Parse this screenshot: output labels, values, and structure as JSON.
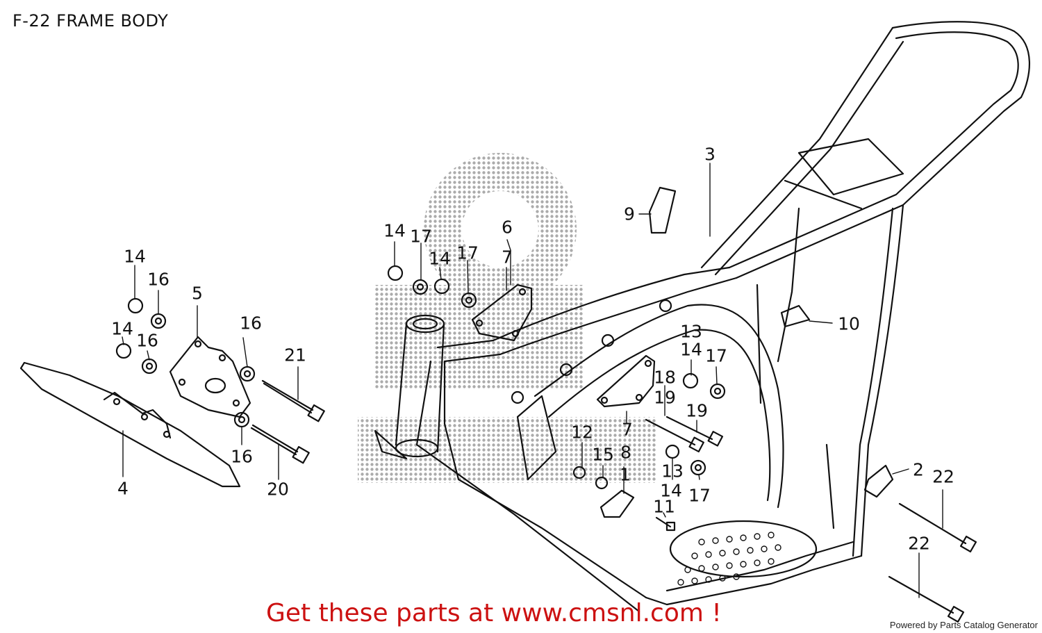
{
  "title": "F-22 FRAME BODY",
  "promo": "Get these parts at www.cmsnl.com !",
  "powered_by": "Powered by Parts Catalog Generator",
  "callouts": [
    {
      "id": "c1",
      "label": "1"
    },
    {
      "id": "c2",
      "label": "2"
    },
    {
      "id": "c3",
      "label": "3"
    },
    {
      "id": "c4",
      "label": "4"
    },
    {
      "id": "c5",
      "label": "5"
    },
    {
      "id": "c6",
      "label": "6"
    },
    {
      "id": "c7a",
      "label": "7"
    },
    {
      "id": "c7b",
      "label": "7"
    },
    {
      "id": "c8",
      "label": "8"
    },
    {
      "id": "c9",
      "label": "9"
    },
    {
      "id": "c10",
      "label": "10"
    },
    {
      "id": "c11",
      "label": "11"
    },
    {
      "id": "c12",
      "label": "12"
    },
    {
      "id": "c13a",
      "label": "13"
    },
    {
      "id": "c13b",
      "label": "13"
    },
    {
      "id": "c14a",
      "label": "14"
    },
    {
      "id": "c14b",
      "label": "14"
    },
    {
      "id": "c14c",
      "label": "14"
    },
    {
      "id": "c14d",
      "label": "14"
    },
    {
      "id": "c14e",
      "label": "14"
    },
    {
      "id": "c14f",
      "label": "14"
    },
    {
      "id": "c15",
      "label": "15"
    },
    {
      "id": "c16a",
      "label": "16"
    },
    {
      "id": "c16b",
      "label": "16"
    },
    {
      "id": "c16c",
      "label": "16"
    },
    {
      "id": "c16d",
      "label": "16"
    },
    {
      "id": "c17a",
      "label": "17"
    },
    {
      "id": "c17b",
      "label": "17"
    },
    {
      "id": "c17c",
      "label": "17"
    },
    {
      "id": "c17d",
      "label": "17"
    },
    {
      "id": "c18",
      "label": "18"
    },
    {
      "id": "c19a",
      "label": "19"
    },
    {
      "id": "c19b",
      "label": "19"
    },
    {
      "id": "c20",
      "label": "20"
    },
    {
      "id": "c21",
      "label": "21"
    },
    {
      "id": "c22a",
      "label": "22"
    },
    {
      "id": "c22b",
      "label": "22"
    }
  ],
  "colors": {
    "line": "#111111",
    "promo": "#cc1111",
    "watermark": "#9a9a9a"
  }
}
